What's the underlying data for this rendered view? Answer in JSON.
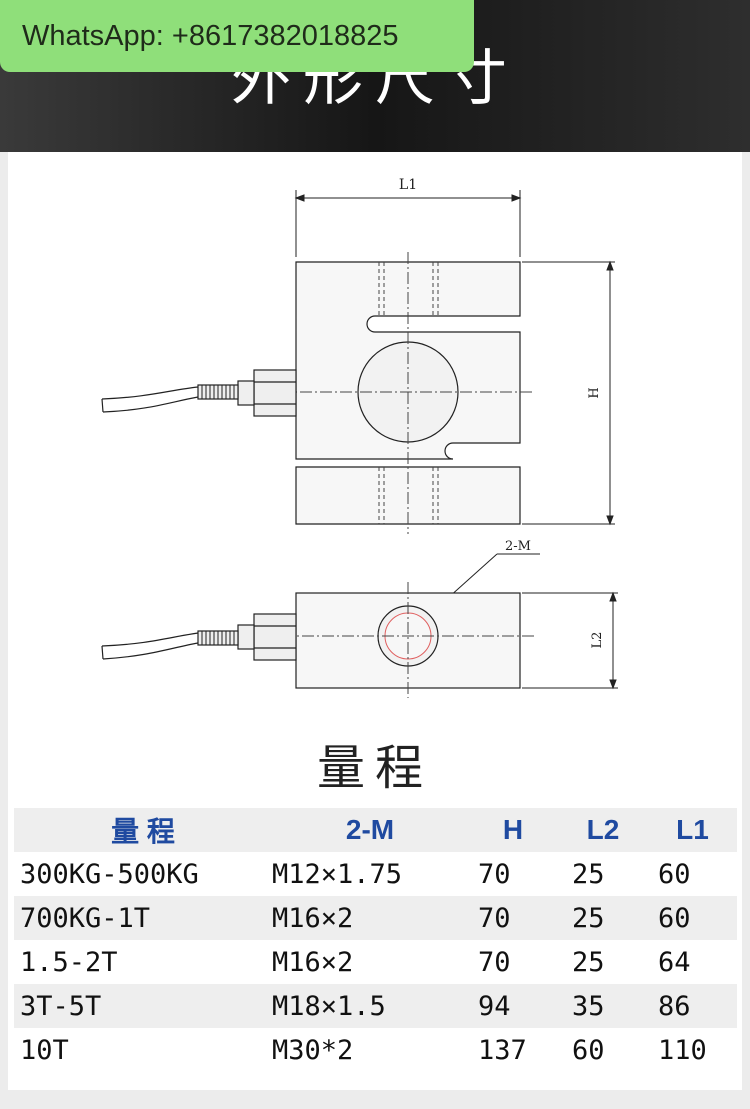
{
  "header": {
    "title": "外形尺寸",
    "whatsapp": "WhatsApp: +8617382018825"
  },
  "drawing": {
    "dim_l1": "L1",
    "dim_h": "H",
    "dim_2m": "2-M",
    "dim_l2": "L2"
  },
  "range_title": "量程",
  "table": {
    "headers": [
      "量  程",
      "2-M",
      "H",
      "L2",
      "L1"
    ],
    "rows": [
      {
        "range": "300KG-500KG",
        "m": "M12×1.75",
        "h": "70",
        "l2": "25",
        "l1": "60"
      },
      {
        "range": "700KG-1T",
        "m": "M16×2",
        "h": "70",
        "l2": "25",
        "l1": "60"
      },
      {
        "range": "1.5-2T",
        "m": "M16×2",
        "h": "70",
        "l2": "25",
        "l1": "64"
      },
      {
        "range": "3T-5T",
        "m": "M18×1.5",
        "h": "94",
        "l2": "35",
        "l1": "86"
      },
      {
        "range": "10T",
        "m": "M30*2",
        "h": "137",
        "l2": "60",
        "l1": "110"
      }
    ]
  }
}
